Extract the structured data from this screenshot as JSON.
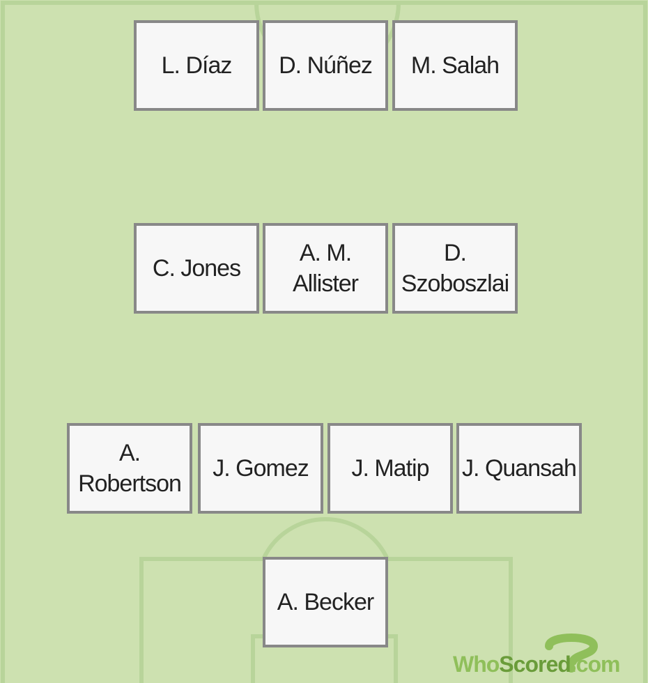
{
  "formation": {
    "forwards": [
      {
        "name": "L. Díaz"
      },
      {
        "name": "D. Núñez"
      },
      {
        "name": "M. Salah"
      }
    ],
    "midfielders": [
      {
        "name": "C. Jones"
      },
      {
        "name": "A. M. Allister"
      },
      {
        "name": "D. Szoboszlai"
      }
    ],
    "defenders": [
      {
        "name": "A. Robertson"
      },
      {
        "name": "J. Gomez"
      },
      {
        "name": "J. Matip"
      },
      {
        "name": "J. Quansah"
      }
    ],
    "goalkeeper": {
      "name": "A. Becker"
    }
  },
  "watermark": {
    "who": "Who",
    "scored": "Scored",
    "dot": ".",
    "com": "com",
    "logo_icon": "question-mark-logo-icon"
  },
  "colors": {
    "pitch": "#cde1b0",
    "lines": "#b8d49a",
    "card_bg": "#f7f7f7",
    "card_border": "#888888",
    "brand_light": "#8fbf5a",
    "brand_dark": "#6a9c3a"
  }
}
